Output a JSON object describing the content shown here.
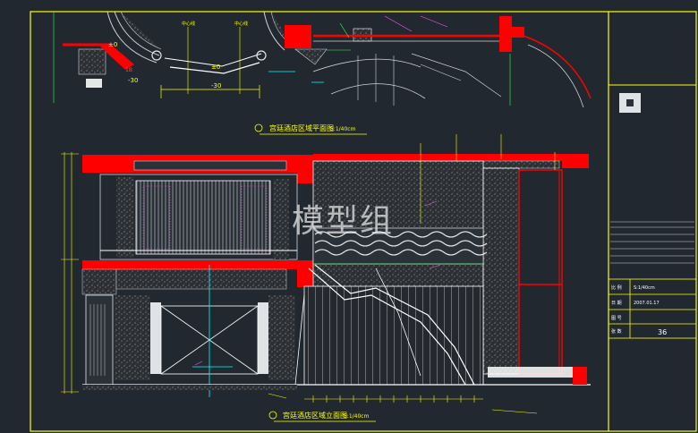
{
  "drawing": {
    "plan_title": "宫廷酒店区域平面图",
    "plan_scale": "S:1/40cm",
    "elevation_title": "宫廷酒店区域立面图",
    "elevation_scale": "S:1/40cm",
    "watermark": "模型组"
  },
  "plan_labels": {
    "level_a": "±0",
    "level_b": "-30",
    "level_c": "±0",
    "level_d": "-30",
    "tag_1": "1B",
    "tag_2": "中心线",
    "tag_3": "中心线"
  },
  "title_block": {
    "row1_label": "比 例",
    "row1_value": "S:1/40cm",
    "row2_label": "日 期",
    "row2_value": "2007.01.17",
    "row3_label": "图 号",
    "row3_value": "",
    "row4_label": "张 数",
    "sheet_number": "36"
  },
  "colors": {
    "background": "#212830",
    "frame": "#ffff00",
    "fill_red": "#ff0000",
    "line_white": "#ffffff",
    "line_cyan": "#00ffff",
    "line_magenta": "#ff55ff",
    "line_green": "#33ff55"
  }
}
